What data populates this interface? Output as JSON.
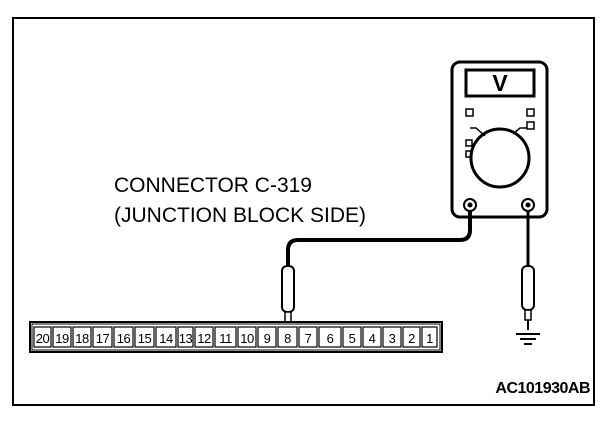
{
  "label": {
    "line1": "CONNECTOR C-319",
    "line2": "(JUNCTION BLOCK SIDE)"
  },
  "meter": {
    "mode_symbol": "V"
  },
  "connector": {
    "pins": [
      "20",
      "19",
      "18",
      "17",
      "16",
      "15",
      "14",
      "13",
      "12",
      "11",
      "10",
      "9",
      "8",
      "7",
      "6",
      "5",
      "4",
      "3",
      "2",
      "1"
    ],
    "probed_pin": "8"
  },
  "figure_code": "AC101930AB"
}
